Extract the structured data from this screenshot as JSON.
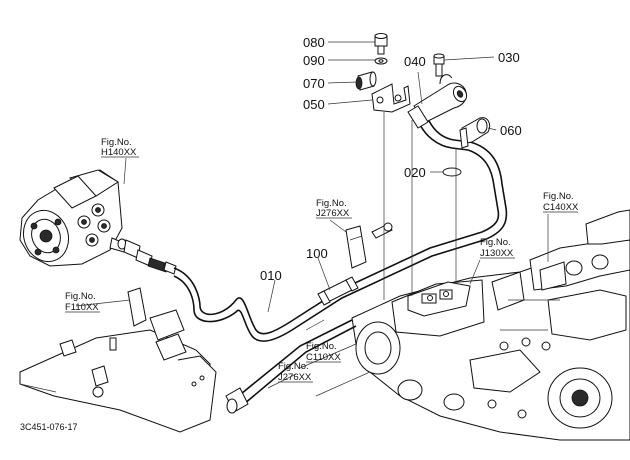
{
  "part_numbers": {
    "p080": "080",
    "p030": "030",
    "p040": "040",
    "p090": "090",
    "p070": "070",
    "p050": "050",
    "p060": "060",
    "p020": "020",
    "p100": "100",
    "p010": "010"
  },
  "figure_refs": {
    "h140": {
      "prefix": "Fig.No.",
      "code": "H140XX"
    },
    "j276_top": {
      "prefix": "Fig.No.",
      "code": "J276XX"
    },
    "c140": {
      "prefix": "Fig.No.",
      "code": "C140XX"
    },
    "j130": {
      "prefix": "Fig.No.",
      "code": "J130XX"
    },
    "f110": {
      "prefix": "Fig.No.",
      "code": "F110XX"
    },
    "c110": {
      "prefix": "Fig.No.",
      "code": "C110XX"
    },
    "j276_bottom": {
      "prefix": "Fig.No.",
      "code": "J276XX"
    }
  },
  "drawing_code": "3C451-076-17"
}
